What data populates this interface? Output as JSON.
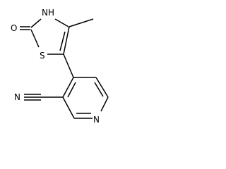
{
  "structure": {
    "atoms": {
      "O": "O",
      "NH": "NH",
      "S": "S",
      "N_nitrile": "N",
      "N_pyridine": "N"
    }
  }
}
